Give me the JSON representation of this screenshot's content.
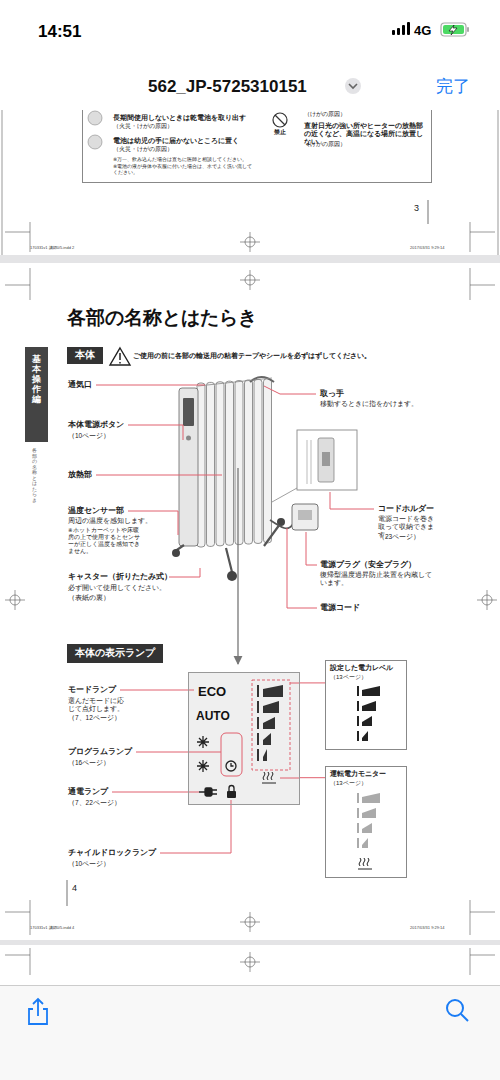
{
  "diagram": {
    "title": "各部の名称とはたらき",
    "nodes": [
      {
        "text": [
          "長期間使用しないときは乾電池を取り出す",
          "（火災・けがの原因）",
          "電池は幼児の手に届かないところに置く",
          "（火災・けがの原因）",
          "※万一、飲み込んだ場合は直ちに医師と相談してください。",
          "※電池の液が身体や衣服に付いた場合は、水でよく洗い流してください。",
          "（けがの原因）",
          "禁止",
          "直射日光の強い所やヒーターの放熱部の近くなど、高温になる場所に放置しない",
          "（けがの原因）"
        ]
      },
      {
        "text": [
          "本体"
        ]
      },
      {
        "text": [
          "基本操作編"
        ]
      },
      {
        "text": [
          "本体の表示ランプ"
        ]
      },
      {
        "text": [
          "ECO",
          "AUTO"
        ]
      },
      {
        "text": [
          "設定した電力レベル",
          "（13ページ）"
        ]
      },
      {
        "text": [
          "運転電力モニター",
          "（13ページ）"
        ]
      }
    ],
    "edges": [
      {
        "from": 4,
        "to": 5,
        "arrow": "none"
      },
      {
        "from": 4,
        "to": 6,
        "arrow": "none"
      }
    ],
    "labels": [
      "14:51",
      "4G",
      "562_JP-5725310151",
      "完了",
      "3",
      "170331v1 講師0/5.indd 2",
      "2017/03/31 9:29:14",
      "ご使用の前に各部の輸送用の粘着テープやシールを必ずはずしてください。",
      "各部の名称とはたらき",
      "通気口",
      "本体電源ボタン",
      "（10ページ）",
      "放熱部",
      "温度センサー部",
      "周辺の温度を感知します。",
      "※ホットカーペットや床暖房の上で使用するとセンサーが正しく温度を感知できません。",
      "キャスター（折りたたみ式）",
      "必ず開いて使用してください。",
      "（表紙の裏）",
      "取っ手",
      "移動するときに指をかけます。",
      "コードホルダー",
      "電源コードを巻き取って収納できます。",
      "（23ページ）",
      "電源プラグ（安全プラグ）",
      "復帰型温度過昇防止装置を内蔵しています。",
      "電源コード",
      "モードランプ",
      "選んだモードに応じて点灯します。",
      "（7、12ページ）",
      "プログラムランプ",
      "（16ページ）",
      "通電ランプ",
      "（7、22ページ）",
      "チャイルドロックランプ",
      "（10ページ）",
      "4",
      "170331v1 講師0/5.indd 4",
      "2017/03/31 9:29:14"
    ]
  }
}
